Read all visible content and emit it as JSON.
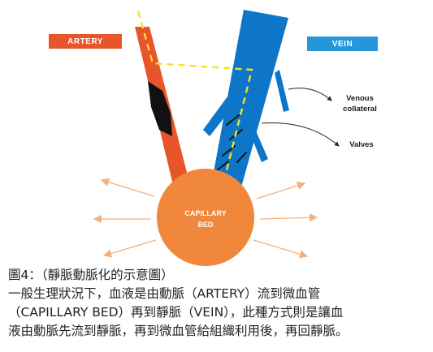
{
  "labels": {
    "artery": "ARTERY",
    "vein": "VEIN",
    "capillary_bed": [
      "CAPILLARY",
      "BED"
    ],
    "venous_collateral": [
      "Venous",
      "collateral"
    ],
    "valves": "Valves"
  },
  "caption": {
    "title": "圖4：（靜脈動脈化的示意圖）",
    "lines": [
      "一般生理狀況下，血液是由動脈（ARTERY）流到微血管",
      "（CAPILLARY BED）再到靜脈（VEIN），此種方式則是讓血",
      "液由動脈先流到靜脈，再到微血管給組織利用後，再回靜脈。"
    ]
  },
  "colors": {
    "artery": "#e8552b",
    "vein": "#0d76c8",
    "vein_label": "#2596d9",
    "capillary_bed": "#f0873a",
    "flow_path": "#f5e12a",
    "radiating_arrows": "#f4b07c"
  }
}
